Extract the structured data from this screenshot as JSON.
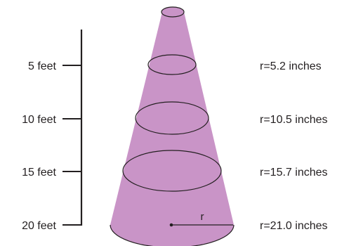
{
  "cone": {
    "fill_color": "#c994c7",
    "outline_color": "#231f20"
  },
  "scale": {
    "marks": [
      {
        "label": "5 feet"
      },
      {
        "label": "10 feet"
      },
      {
        "label": "15 feet"
      },
      {
        "label": "20 feet"
      }
    ]
  },
  "radii": [
    {
      "label": "r=5.2 inches"
    },
    {
      "label": "r=10.5 inches"
    },
    {
      "label": "r=15.7 inches"
    },
    {
      "label": "r=21.0 inches"
    }
  ],
  "base": {
    "radius_marker": "r"
  }
}
